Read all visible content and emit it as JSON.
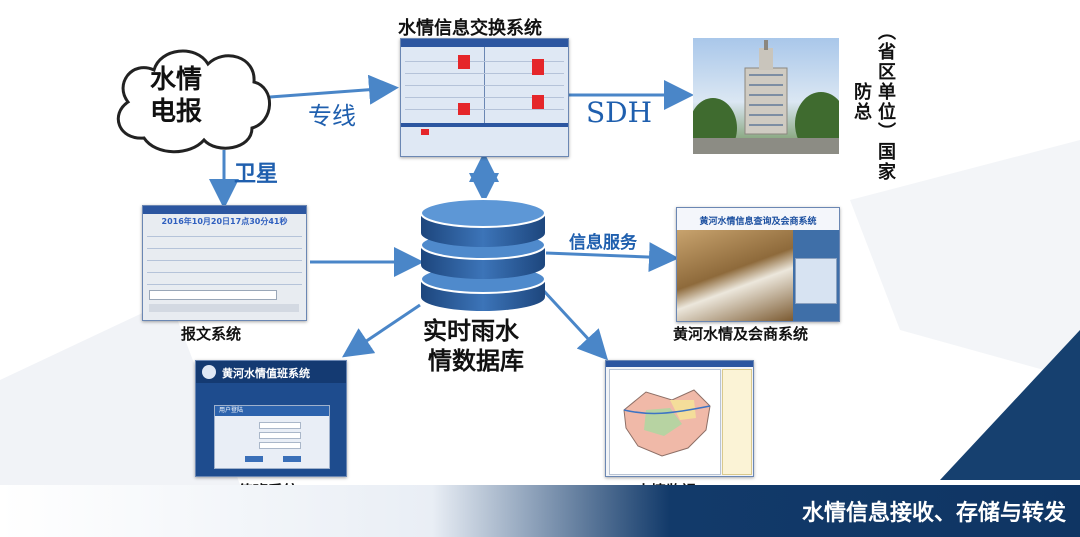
{
  "cloud": {
    "line1": "水情",
    "line2": "电报"
  },
  "exchange": {
    "title": "水情信息交换系统"
  },
  "links": {
    "dedicated": "专线",
    "satellite": "卫星",
    "sdh": "SDH",
    "info_service": "信息服务"
  },
  "nationwide": {
    "col1": "（省区单位）国家",
    "col2": "防总"
  },
  "database": {
    "line1": "实时雨水",
    "line2": "情数据库"
  },
  "report": {
    "caption": "报文系统",
    "timestamp": "2016年10月20日17点30分41秒"
  },
  "yellow_river": {
    "caption": "黄河水情及会商系统",
    "banner": "黄河水情信息查询及会商系统"
  },
  "duty": {
    "caption": "值班系统",
    "title": "黄河水情值班系统",
    "login_title": "用户登陆"
  },
  "monitor": {
    "caption": "水情监视"
  },
  "footer": {
    "text": "水情信息接收、存储与转发"
  },
  "colors": {
    "arrow": "#4a86c8",
    "accent": "#1f5fae",
    "db": "#2f5f9e",
    "footer": "#0f3563"
  }
}
